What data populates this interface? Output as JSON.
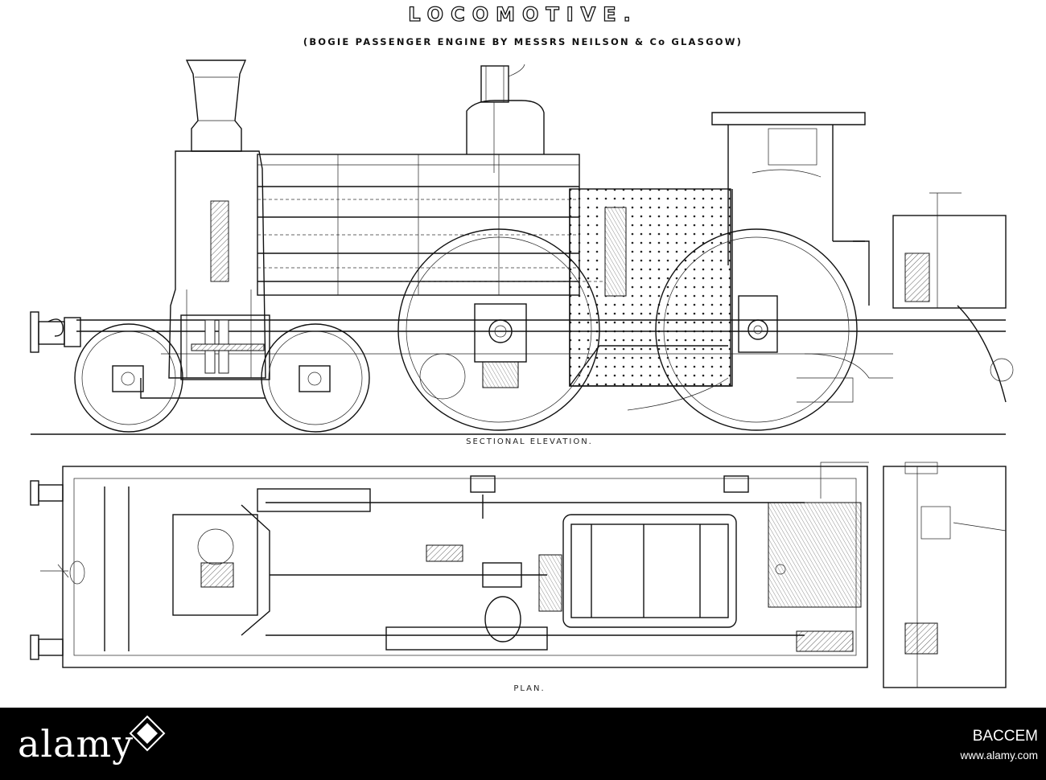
{
  "drawing": {
    "title": "LOCOMOTIVE.",
    "subtitle": "(BOGIE PASSENGER ENGINE BY MESSRS NEILSON & Co GLASGOW)",
    "elevation_caption": "SECTIONAL ELEVATION.",
    "plan_caption": "PLAN."
  },
  "banner": {
    "logo_text": "alamy",
    "stock_id": "BACCEM",
    "url": "www.alamy.com"
  }
}
